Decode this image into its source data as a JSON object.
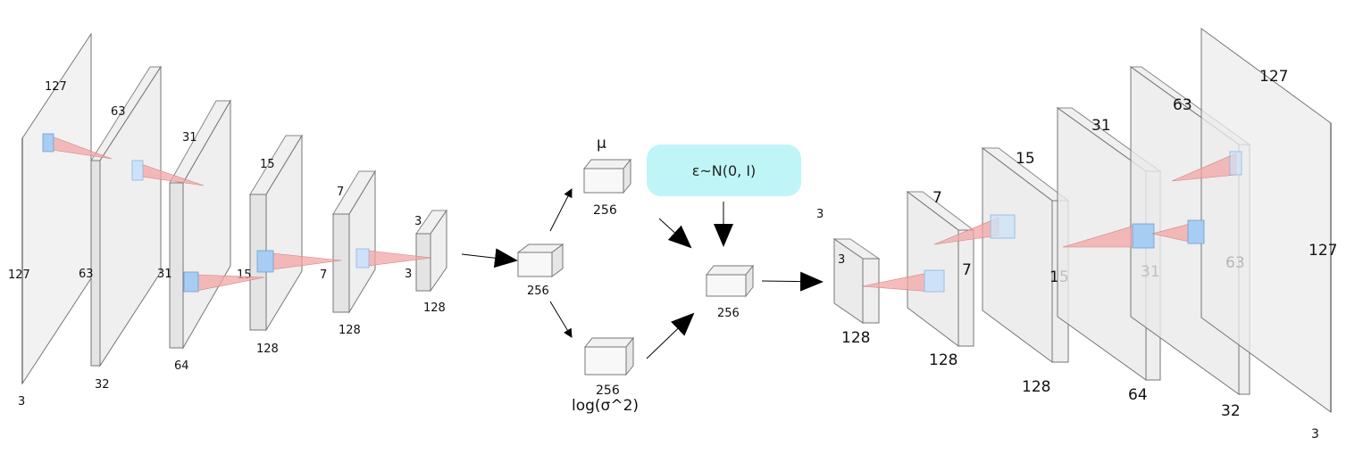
{
  "encoder": {
    "layers": [
      {
        "height": "127",
        "width": "127",
        "depth": "3"
      },
      {
        "height": "63",
        "width": "63",
        "depth": "32"
      },
      {
        "height": "31",
        "width": "31",
        "depth": "64"
      },
      {
        "height": "15",
        "width": "15",
        "depth": "128"
      },
      {
        "height": "7",
        "width": "7",
        "depth": "128"
      },
      {
        "height": "3",
        "width": "3",
        "depth": "128"
      }
    ]
  },
  "latent": {
    "input_size": "256",
    "mu": {
      "symbol": "μ",
      "size": "256"
    },
    "logvar": {
      "size": "256",
      "label": "log(σ^2)"
    },
    "noise_label": "ε~N(0, I)",
    "z_size": "256"
  },
  "decoder": {
    "layers": [
      {
        "height": "3",
        "width": "3",
        "depth": "128"
      },
      {
        "height": "7",
        "width": "7",
        "depth": "128"
      },
      {
        "height": "15",
        "width": "15",
        "depth": "128"
      },
      {
        "height": "31",
        "width": "31",
        "depth": "64"
      },
      {
        "height": "63",
        "width": "63",
        "depth": "32"
      },
      {
        "height": "127",
        "width": "127",
        "depth": "3"
      }
    ]
  }
}
